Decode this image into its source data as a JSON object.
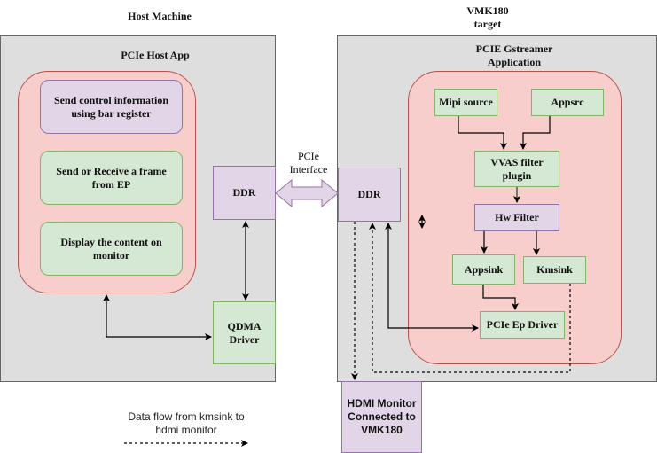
{
  "host": {
    "title": "Host Machine",
    "app_title": "PCIe Host App",
    "steps": [
      {
        "label": "Send control information using bar register",
        "color": "#e1d5e7"
      },
      {
        "label": "Send or Receive a frame from EP",
        "color": "#d5e8d4"
      },
      {
        "label": "Display the content on monitor",
        "color": "#d5e8d4"
      }
    ],
    "ddr_label": "DDR",
    "qdma_label": "QDMA Driver"
  },
  "interface": {
    "label": "PCIe Interface"
  },
  "target": {
    "title": "VMK180 target",
    "app_title": "PCIE Gstreamer Application",
    "ddr_label": "DDR",
    "nodes": {
      "mipi_source": "Mipi source",
      "appsrc": "Appsrc",
      "vvas_filter": "VVAS filter plugin",
      "hw_filter": "Hw Filter",
      "appsink": "Appsink",
      "kmsink": "Kmsink",
      "pcie_ep_driver": "PCIe Ep Driver"
    },
    "hdmi_monitor": "HDMI Monitor Connected to VMK180"
  },
  "legend": {
    "text": "Data flow from kmsink to hdmi monitor",
    "line_style": "dashed"
  },
  "colors": {
    "container_fill": "#dedede",
    "app_fill": "#f8cecc",
    "green_fill": "#d5e8d4",
    "purple_fill": "#e1d5e7"
  }
}
